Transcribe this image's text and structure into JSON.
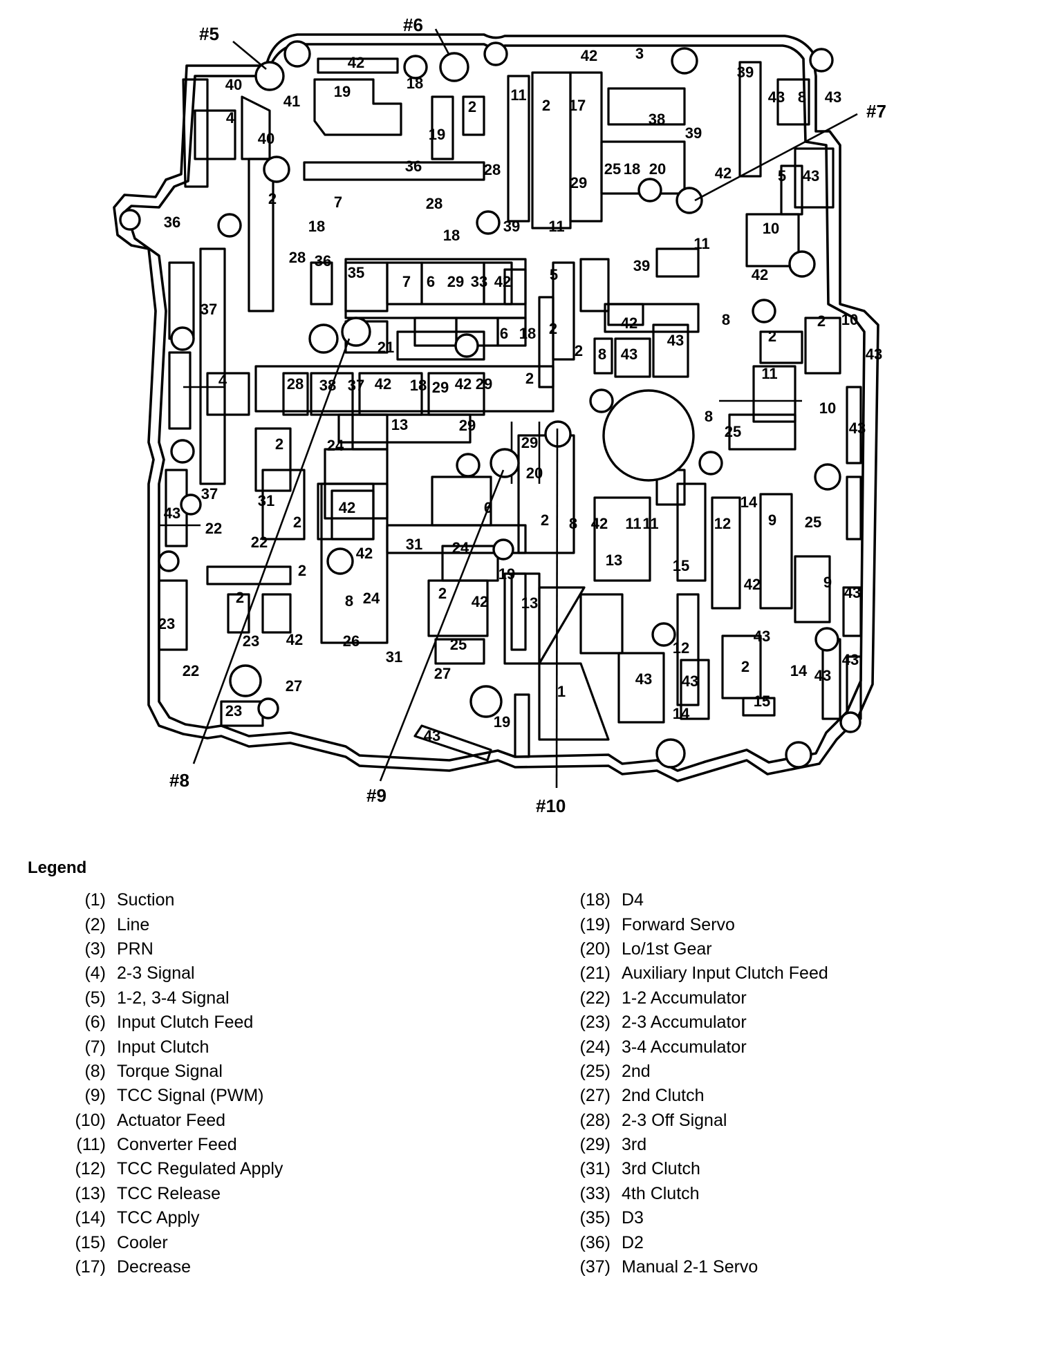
{
  "diagram": {
    "callouts": [
      "#5",
      "#6",
      "#7",
      "#8",
      "#9",
      "#10"
    ],
    "labels": [
      "1",
      "2",
      "3",
      "4",
      "5",
      "6",
      "7",
      "8",
      "9",
      "10",
      "11",
      "12",
      "13",
      "14",
      "15",
      "17",
      "18",
      "19",
      "20",
      "21",
      "22",
      "23",
      "24",
      "25",
      "26",
      "27",
      "28",
      "29",
      "31",
      "33",
      "35",
      "36",
      "37",
      "38",
      "39",
      "40",
      "41",
      "42",
      "43"
    ]
  },
  "legend": {
    "title": "Legend",
    "left": [
      {
        "code": "(1)",
        "label": "Suction"
      },
      {
        "code": "(2)",
        "label": "Line"
      },
      {
        "code": "(3)",
        "label": "PRN"
      },
      {
        "code": "(4)",
        "label": "2-3 Signal"
      },
      {
        "code": "(5)",
        "label": "1-2, 3-4 Signal"
      },
      {
        "code": "(6)",
        "label": "Input Clutch Feed"
      },
      {
        "code": "(7)",
        "label": "Input Clutch"
      },
      {
        "code": "(8)",
        "label": "Torque Signal"
      },
      {
        "code": "(9)",
        "label": "TCC Signal (PWM)"
      },
      {
        "code": "(10)",
        "label": "Actuator Feed"
      },
      {
        "code": "(11)",
        "label": "Converter Feed"
      },
      {
        "code": "(12)",
        "label": "TCC Regulated Apply"
      },
      {
        "code": "(13)",
        "label": "TCC Release"
      },
      {
        "code": "(14)",
        "label": "TCC Apply"
      },
      {
        "code": "(15)",
        "label": "Cooler"
      },
      {
        "code": "(17)",
        "label": "Decrease"
      }
    ],
    "right": [
      {
        "code": "(18)",
        "label": "D4"
      },
      {
        "code": "(19)",
        "label": "Forward Servo"
      },
      {
        "code": "(20)",
        "label": "Lo/1st  Gear"
      },
      {
        "code": "(21)",
        "label": "Auxiliary Input Clutch Feed"
      },
      {
        "code": "(22)",
        "label": "1-2 Accumulator"
      },
      {
        "code": "(23)",
        "label": "2-3 Accumulator"
      },
      {
        "code": "(24)",
        "label": "3-4 Accumulator"
      },
      {
        "code": "(25)",
        "label": "2nd"
      },
      {
        "code": "(27)",
        "label": "2nd Clutch"
      },
      {
        "code": "(28)",
        "label": "2-3 Off Signal"
      },
      {
        "code": "(29)",
        "label": "3rd"
      },
      {
        "code": "(31)",
        "label": "3rd Clutch"
      },
      {
        "code": "(33)",
        "label": "4th Clutch"
      },
      {
        "code": "(35)",
        "label": "D3"
      },
      {
        "code": "(36)",
        "label": "D2"
      },
      {
        "code": "(37)",
        "label": "Manual 2-1 Servo"
      }
    ]
  }
}
